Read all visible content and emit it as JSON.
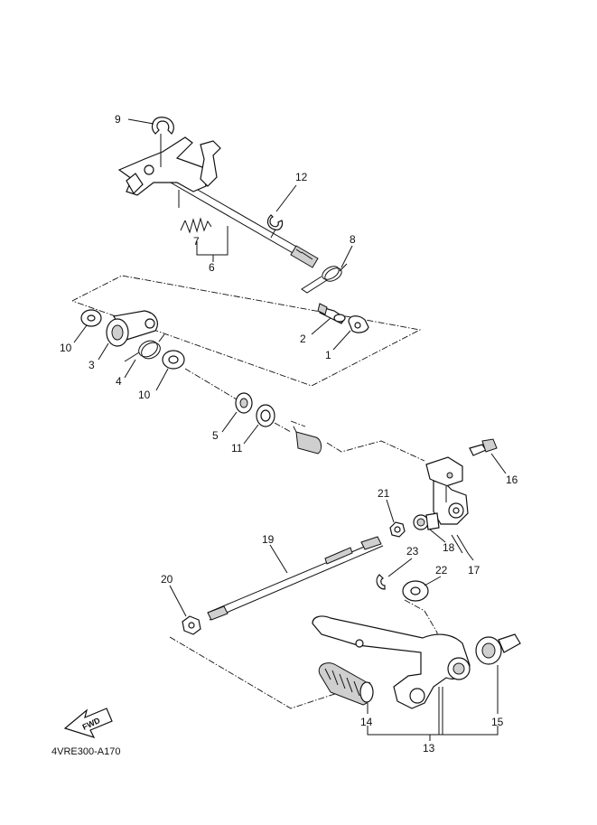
{
  "diagram": {
    "reference_code": "4VRE300-A170",
    "fwd_label": "FWD",
    "callouts": [
      {
        "id": "c1",
        "label": "1"
      },
      {
        "id": "c2",
        "label": "2"
      },
      {
        "id": "c3",
        "label": "3"
      },
      {
        "id": "c4",
        "label": "4"
      },
      {
        "id": "c5",
        "label": "5"
      },
      {
        "id": "c6",
        "label": "6"
      },
      {
        "id": "c7",
        "label": "7"
      },
      {
        "id": "c8",
        "label": "8"
      },
      {
        "id": "c9",
        "label": "9"
      },
      {
        "id": "c10a",
        "label": "10"
      },
      {
        "id": "c10b",
        "label": "10"
      },
      {
        "id": "c11",
        "label": "11"
      },
      {
        "id": "c12",
        "label": "12"
      },
      {
        "id": "c13",
        "label": "13"
      },
      {
        "id": "c14",
        "label": "14"
      },
      {
        "id": "c15",
        "label": "15"
      },
      {
        "id": "c16",
        "label": "16"
      },
      {
        "id": "c17",
        "label": "17"
      },
      {
        "id": "c18",
        "label": "18"
      },
      {
        "id": "c19",
        "label": "19"
      },
      {
        "id": "c20",
        "label": "20"
      },
      {
        "id": "c21",
        "label": "21"
      },
      {
        "id": "c22",
        "label": "22"
      },
      {
        "id": "c23",
        "label": "23"
      }
    ]
  }
}
